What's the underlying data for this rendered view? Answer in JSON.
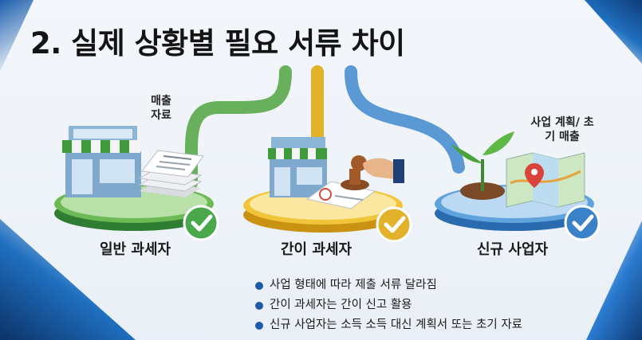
{
  "title": "2. 실제 상황별 필요 서류 차이",
  "columns": [
    {
      "name": "일반 과세자",
      "caption": "매출 자료",
      "accent": "#3f9a3c"
    },
    {
      "name": "간이 과세자",
      "caption": "",
      "accent": "#e0b020"
    },
    {
      "name": "신규 사업자",
      "caption": "사업 계획/ 초기 매출",
      "accent": "#3a82c8"
    }
  ],
  "bullets": [
    "사업 형태에 따라 제출 서류 달라짐",
    "간이 과세자는 간이 신고 활용",
    "신규 사업자는 소득 소득 대신 계획서 또는 초기 자료"
  ]
}
